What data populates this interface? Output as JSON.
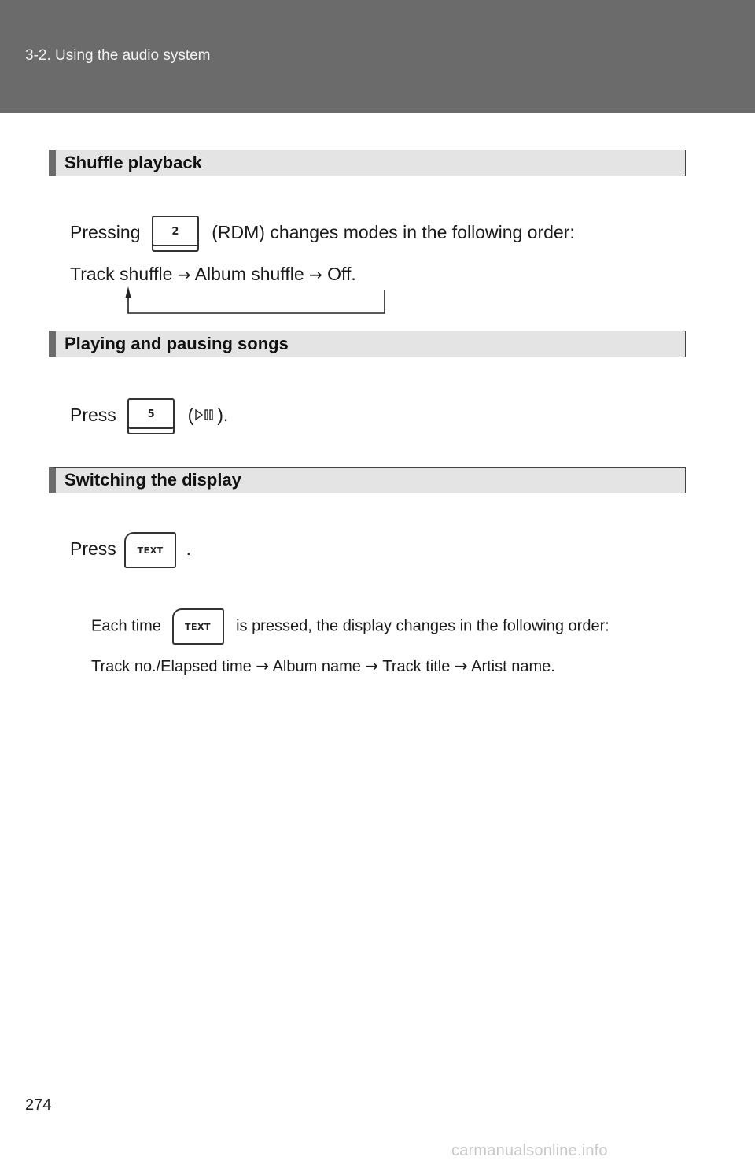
{
  "header": {
    "section_path": "3-2. Using the audio system"
  },
  "sections": [
    {
      "title": "Shuffle playback",
      "line1": {
        "prefix": "Pressing",
        "key_label": "2",
        "suffix": "(RDM) changes modes in the following order:"
      },
      "line2": {
        "item1": "Track shuffle",
        "arrow1": "→",
        "item2": "Album shuffle",
        "arrow2": "→",
        "item3": "Off."
      }
    },
    {
      "title": "Playing and pausing songs",
      "line1": {
        "prefix": "Press",
        "key_label": "5",
        "open": "(",
        "icon": "play-pause-icon",
        "close": ")."
      }
    },
    {
      "title": "Switching the display",
      "line1": {
        "prefix": "Press",
        "key_label": "TEXT",
        "suffix": "."
      },
      "note1": {
        "prefix": "Each time",
        "key_label": "TEXT",
        "suffix": "is pressed, the display changes in the following order:"
      },
      "note2": {
        "item1": "Track no./Elapsed time",
        "arrow1": "→",
        "item2": "Album name",
        "arrow2": "→",
        "item3": "Track title",
        "arrow3": "→",
        "item4": "Artist name."
      }
    }
  ],
  "footer": {
    "page_number": "274",
    "watermark": "carmanualsonline.info"
  },
  "colors": {
    "header_band": "#6b6b6b",
    "section_bar": "#e4e4e4",
    "section_accent": "#6b6b6b"
  }
}
